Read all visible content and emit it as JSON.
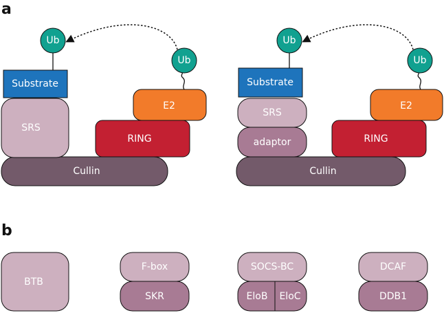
{
  "panel_a": {
    "letter": "a",
    "left": {
      "ub_top": "Ub",
      "ub_e2": "Ub",
      "substrate": "Substrate",
      "srs": "SRS",
      "e2": "E2",
      "ring": "RING",
      "cullin": "Cullin"
    },
    "right": {
      "ub_top": "Ub",
      "ub_e2": "Ub",
      "substrate": "Substrate",
      "srs": "SRS",
      "adaptor": "adaptor",
      "e2": "E2",
      "ring": "RING",
      "cullin": "Cullin"
    }
  },
  "panel_b": {
    "letter": "b",
    "btb": "BTB",
    "fbox": "F-box",
    "skr": "SKR",
    "socs_bc": "SOCS-BC",
    "elob": "EloB",
    "eloc": "EloC",
    "dcaf": "DCAF",
    "ddb1": "DDB1"
  },
  "colors": {
    "ub": "#11a190",
    "substrate": "#1e74bc",
    "srs": "#cdb0bf",
    "adaptor": "#a87b94",
    "e2": "#f27b2a",
    "ring": "#c32032",
    "cullin": "#735a6a"
  }
}
